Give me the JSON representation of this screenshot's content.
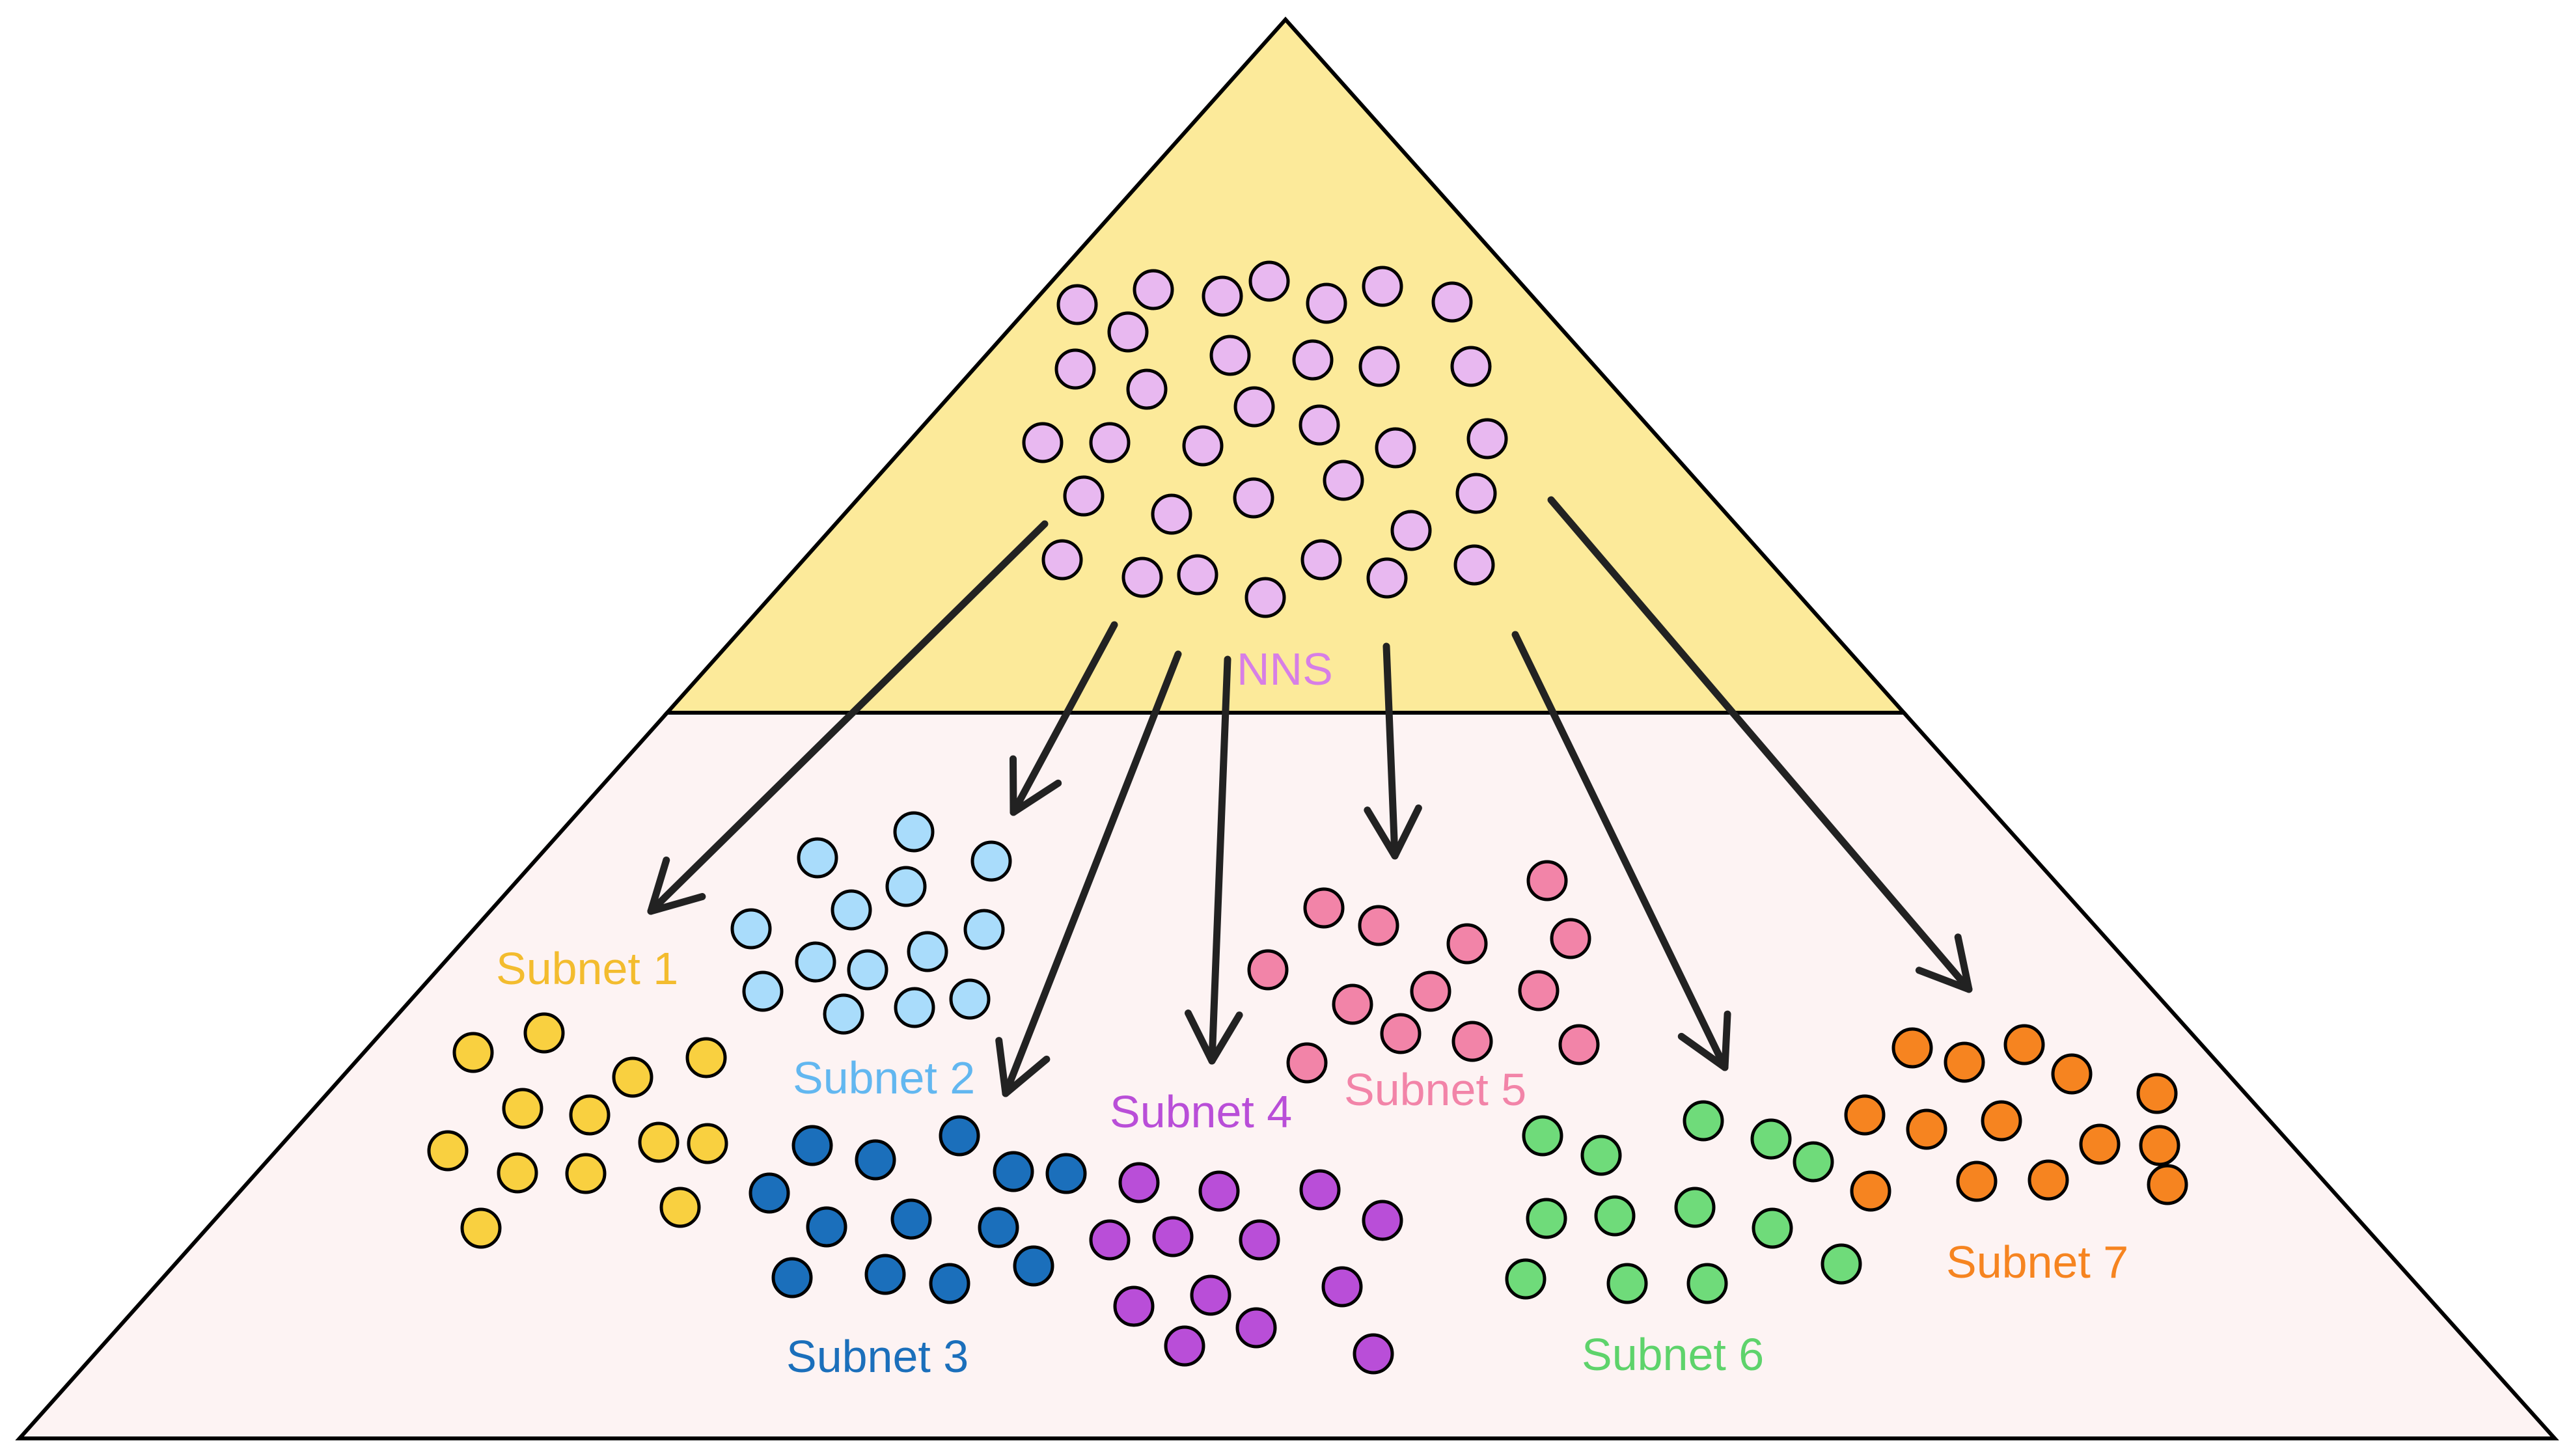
{
  "diagram": {
    "colors": {
      "top_band": "#fcea9a",
      "bottom_band": "#fdf3f3",
      "outline": "#000000",
      "arrow": "#222222"
    },
    "top_group": {
      "label": "NNS",
      "color": "#e8b8f0",
      "label_color": "#d77fe6"
    },
    "subnets": [
      {
        "label": "Subnet 1",
        "color": "#f9d040",
        "label_color": "#f3bc2e"
      },
      {
        "label": "Subnet 2",
        "color": "#a9dcfb",
        "label_color": "#62b7f0"
      },
      {
        "label": "Subnet 3",
        "color": "#1b6fbb",
        "label_color": "#1b6fbb"
      },
      {
        "label": "Subnet 4",
        "color": "#b94ed8",
        "label_color": "#b94ed8"
      },
      {
        "label": "Subnet 5",
        "color": "#f284a8",
        "label_color": "#f284a8"
      },
      {
        "label": "Subnet 6",
        "color": "#6fdb7a",
        "label_color": "#5ed36b"
      },
      {
        "label": "Subnet 7",
        "color": "#f68420",
        "label_color": "#f68420"
      }
    ]
  }
}
